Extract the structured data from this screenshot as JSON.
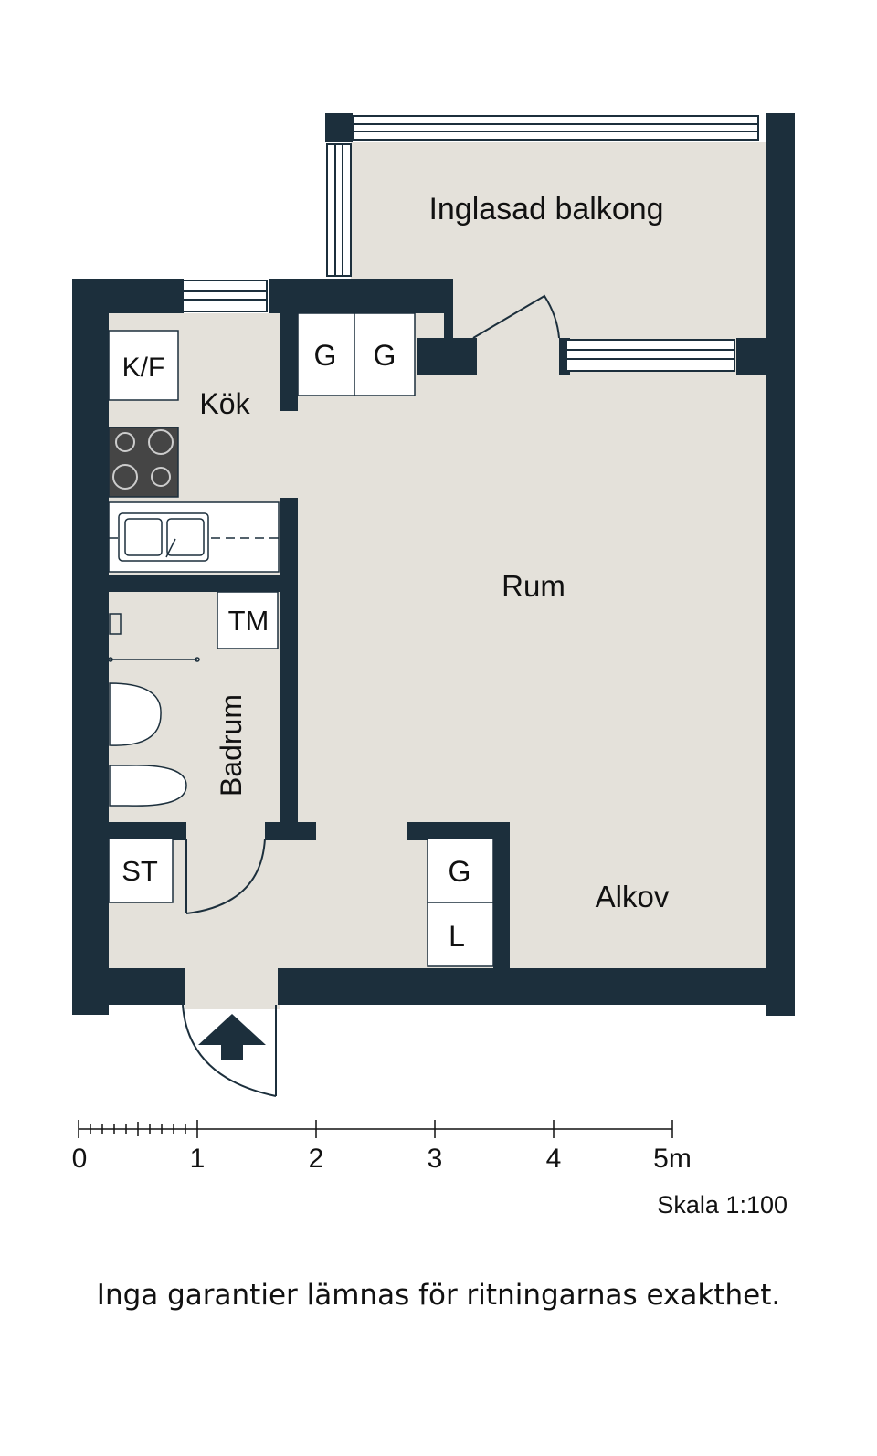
{
  "rooms": {
    "balcony": "Inglasad balkong",
    "kitchen": "Kök",
    "living": "Rum",
    "bathroom": "Badrum",
    "alcove": "Alkov"
  },
  "fixtures": {
    "fridge_freezer": "K/F",
    "wardrobe_1": "G",
    "wardrobe_2": "G",
    "washer": "TM",
    "storage": "ST",
    "wardrobe_3": "G",
    "linen": "L"
  },
  "scale": {
    "ticks": [
      "0",
      "1",
      "2",
      "3",
      "4",
      "5m"
    ],
    "ratio_label": "Skala 1:100"
  },
  "disclaimer": "Inga garantier lämnas för ritningarnas exakthet.",
  "colors": {
    "wall": "#1c2f3c",
    "floor": "#e4e1da",
    "fixture_fill": "#ffffff",
    "stove": "#454545"
  }
}
